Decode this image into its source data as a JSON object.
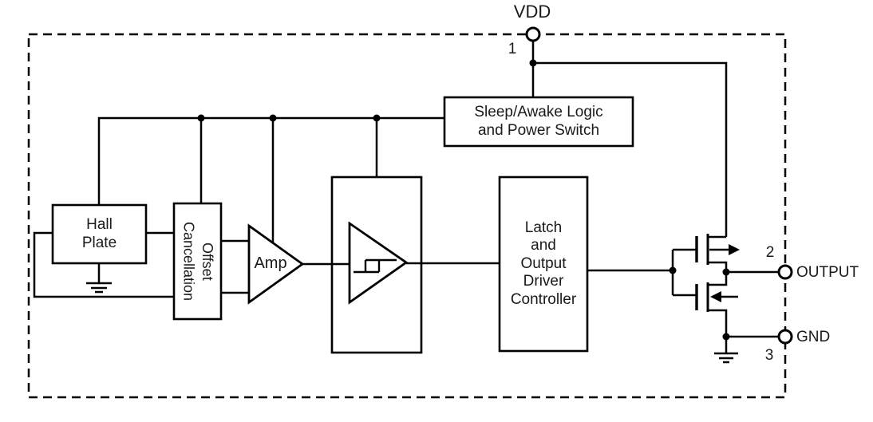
{
  "labels": {
    "vdd": "VDD",
    "pin1": "1",
    "pin2": "2",
    "pin3": "3",
    "output": "OUTPUT",
    "gnd": "GND"
  },
  "blocks": {
    "sleep_logic": "Sleep/Awake Logic\nand Power Switch",
    "hall_plate": "Hall\nPlate",
    "offset_cancellation": "Offset\nCancellation",
    "amp": "Amp",
    "latch": "Latch\nand\nOutput\nDriver\nController"
  },
  "icons": {
    "vdd_pin": "pin-terminal-circle",
    "output_pin": "pin-terminal-circle",
    "gnd_pin": "pin-terminal-circle",
    "hall_ground": "earth-ground",
    "output_ground": "earth-ground",
    "schmitt": "comparator-with-hysteresis",
    "high_side_fet": "mosfet-arrow-right",
    "low_side_fet": "mosfet-arrow-left"
  },
  "colors": {
    "line": "#000000",
    "background": "#ffffff",
    "box_fill": "#ffffff",
    "text": "#1a1a1a"
  }
}
